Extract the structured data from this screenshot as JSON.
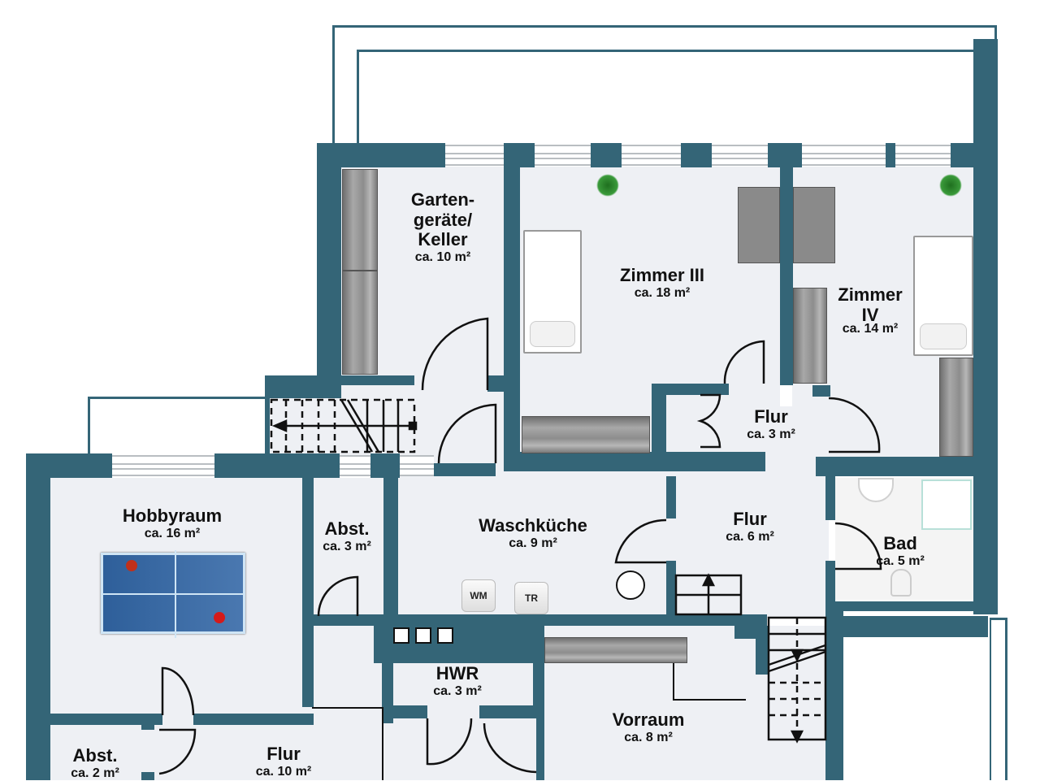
{
  "plan": {
    "type": "floor-plan",
    "wall_color": "#346577",
    "floor_color": "#eef0f4",
    "rooms": {
      "gartengeraete": {
        "name_line1": "Garten-",
        "name_line2": "geräte/",
        "name_line3": "Keller",
        "area": "ca. 10 m²"
      },
      "zimmer3": {
        "name": "Zimmer III",
        "area": "ca. 18 m²"
      },
      "zimmer4": {
        "name_line1": "Zimmer",
        "name_line2": "IV",
        "area": "ca. 14 m²"
      },
      "flur_small": {
        "name": "Flur",
        "area": "ca. 3 m²"
      },
      "hobbyraum": {
        "name": "Hobbyraum",
        "area": "ca. 16 m²"
      },
      "abst_top": {
        "name": "Abst.",
        "area": "ca. 3 m²"
      },
      "waschkueche": {
        "name": "Waschküche",
        "area": "ca. 9 m²"
      },
      "flur_mid": {
        "name": "Flur",
        "area": "ca. 6 m²"
      },
      "bad": {
        "name": "Bad",
        "area": "ca. 5 m²"
      },
      "hwr": {
        "name": "HWR",
        "area": "ca. 3 m²"
      },
      "vorraum": {
        "name": "Vorraum",
        "area": "ca. 8 m²"
      },
      "abst_bottom": {
        "name": "Abst.",
        "area": "ca. 2 m²"
      },
      "flur_bottom": {
        "name": "Flur",
        "area": "ca. 10 m²"
      }
    },
    "appliances": {
      "washing_machine": "WM",
      "dryer": "TR"
    }
  }
}
